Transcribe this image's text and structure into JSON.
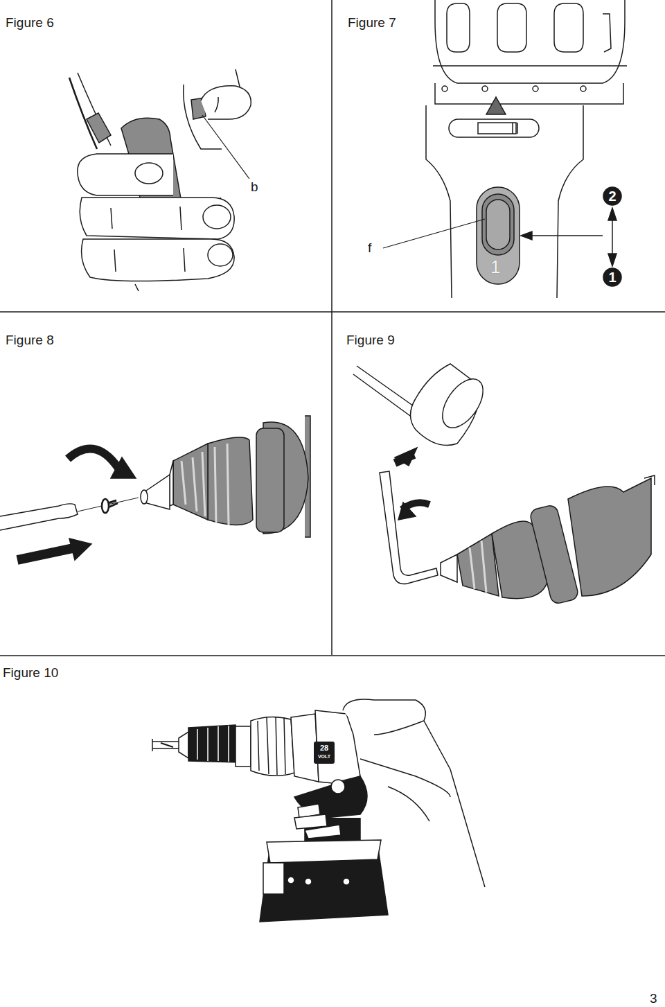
{
  "diagram": {
    "labels": [
      "Figure 6",
      "Figure 7",
      "b",
      "2",
      "f",
      "1",
      "1",
      "Figure 8",
      "Figure 9",
      "Figure 10",
      "28",
      "VOLT",
      "3"
    ]
  }
}
